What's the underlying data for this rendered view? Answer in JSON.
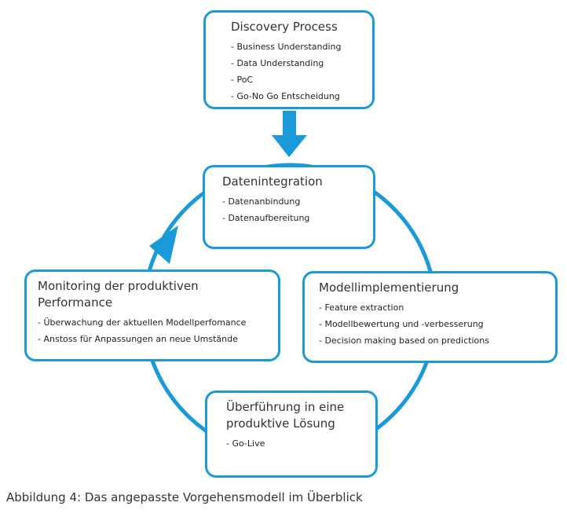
{
  "colors": {
    "accent": "#1a9ad9",
    "text": "#333333"
  },
  "boxes": {
    "discovery": {
      "title": "Discovery Process",
      "items": [
        "- Business Understanding",
        "- Data Understanding",
        "- PoC",
        "- Go-No Go Entscheidung"
      ]
    },
    "integration": {
      "title": "Datenintegration",
      "items": [
        "- Datenanbindung",
        "- Datenaufbereitung"
      ]
    },
    "monitoring": {
      "title_line1": "Monitoring der produktiven",
      "title_line2": "Performance",
      "items": [
        "- Überwachung der aktuellen Modellperfomance",
        "- Anstoss für Anpassungen an neue Umstände"
      ]
    },
    "model": {
      "title": "Modellimplementierung",
      "items": [
        "- Feature extraction",
        "- Modellbewertung und -verbesserung",
        "- Decision making based on predictions"
      ]
    },
    "transfer": {
      "title_line1": "Überführung in eine",
      "title_line2": "produktive Lösung",
      "items": [
        "- Go-Live"
      ]
    }
  },
  "caption": "Abbildung 4: Das angepasste Vorgehensmodell im Überblick"
}
